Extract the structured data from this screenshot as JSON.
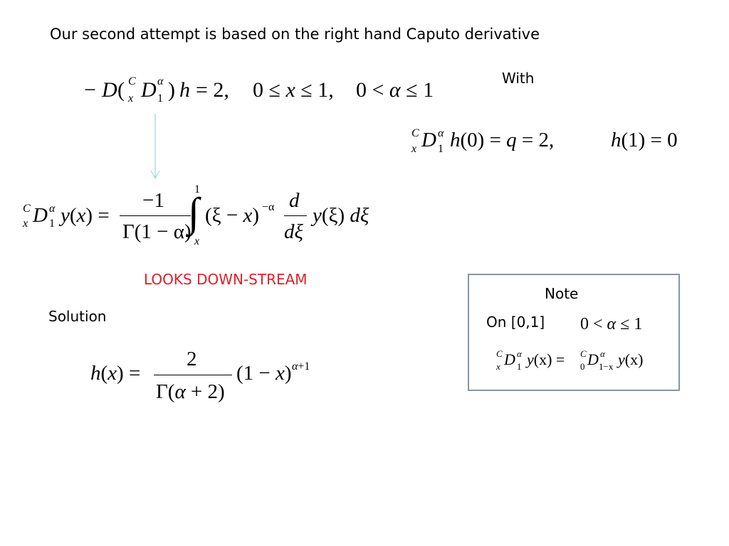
{
  "heading": "Our second attempt is based on the right hand Caputo derivative",
  "with_label": "With",
  "looks_label": "LOOKS DOWN-STREAM",
  "looks_color": "#e0202a",
  "solution_label": "Solution",
  "note": {
    "title": "Note",
    "interval": "On [0,1]",
    "border_color": "#8497a8"
  },
  "arrow_color": "#a9d3de",
  "math": {
    "eq1": {
      "minus": "−",
      "D": "D",
      "open": "(",
      "sup_C": "C",
      "sub_x": "x",
      "D2": "D",
      "sup_alpha": "α",
      "sub_1": "1",
      "close": ")",
      "h": "h",
      "rhs": "= 2,",
      "cond1_a": "0 ≤ ",
      "cond1_x": "x",
      "cond1_b": " ≤ 1,",
      "cond2_a": "0 < ",
      "cond2_alpha": "α",
      "cond2_b": " ≤ 1"
    },
    "bc": {
      "sup_C": "C",
      "sub_x": "x",
      "D": "D",
      "sup_alpha": "α",
      "sub_1": "1",
      "h": "h",
      "arg0": "(0) = ",
      "q": "q",
      "eq2": " = 2,",
      "h2": "h",
      "arg1": "(1) = 0"
    },
    "def": {
      "sup_C": "C",
      "sub_x": "x",
      "D": "D",
      "sup_alpha": "α",
      "sub_1": "1",
      "y": "y",
      "argx_open": "(",
      "argx_x": "x",
      "argx_close": ") =",
      "num": "−1",
      "den": "Γ(1 − α)",
      "int": "∫",
      "int_upper": "1",
      "int_lower": "x",
      "kernel_open": "(ξ − ",
      "kernel_x": "x",
      "kernel_close": ")",
      "kernel_exp": "−α",
      "d_num": "d",
      "d_den": "dξ",
      "y2": "y",
      "y2_arg": "(ξ) ",
      "dxi": "dξ"
    },
    "sol": {
      "h": "h",
      "argx_open": "(",
      "argx_x": "x",
      "argx_close": ") =",
      "num": "2",
      "den_a": "Γ(",
      "den_alpha": "α",
      "den_b": " + 2)",
      "factor_open": "(1 − ",
      "factor_x": "x",
      "factor_close": ")",
      "exp_alpha": "α",
      "exp_rest": "+1"
    },
    "note_ineq": {
      "a": "0 < ",
      "alpha": "α",
      "b": " ≤ 1"
    },
    "note_eq": {
      "sup_C": "C",
      "sub_x": "x",
      "D": "D",
      "sup_alpha": "α",
      "sub_1": "1",
      "y": "y",
      "arg": "(x) =",
      "sup_C2": "C",
      "sub_0": "0",
      "D2": "D",
      "sup_alpha2": "α",
      "sub_1mx": "1−x",
      "y2": "y",
      "arg2": "(x)"
    }
  }
}
